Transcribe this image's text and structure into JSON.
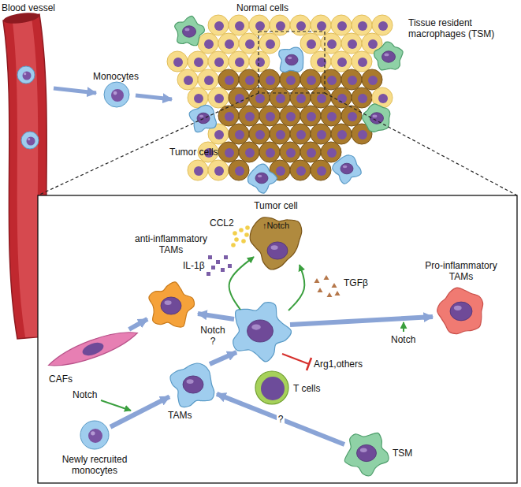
{
  "diagram": {
    "nodes": [
      {
        "text": [
          "Tumor cell",
          "↑Notch"
        ]
      },
      {
        "text": [
          "anti-inflammatory TAMs"
        ]
      },
      {
        "text": [
          "Pro-inflammatory TAMs"
        ]
      },
      {
        "text": [
          "CAFs"
        ]
      },
      {
        "text": [
          "T cells"
        ]
      },
      {
        "text": [
          "TAMs"
        ]
      },
      {
        "text": [
          "Newly recruited monocytes"
        ]
      },
      {
        "text": [
          "TSM"
        ]
      }
    ],
    "edges": [
      {
        "from": 3,
        "to": 1,
        "arrow": "to"
      },
      {
        "from": 6,
        "to": 5,
        "arrow": "to"
      },
      {
        "from": 7,
        "to": 5,
        "arrow": "to",
        "label": "?"
      }
    ],
    "labels": [
      "Blood vessel",
      "Monocytes",
      "Normal cells",
      "Tissue resident macrophages (TSM)",
      "Tumor cells",
      "CCL2",
      "IL-1β",
      "TGFβ",
      "Notch ?",
      "Notch",
      "Arg1,others",
      "Notch"
    ]
  }
}
